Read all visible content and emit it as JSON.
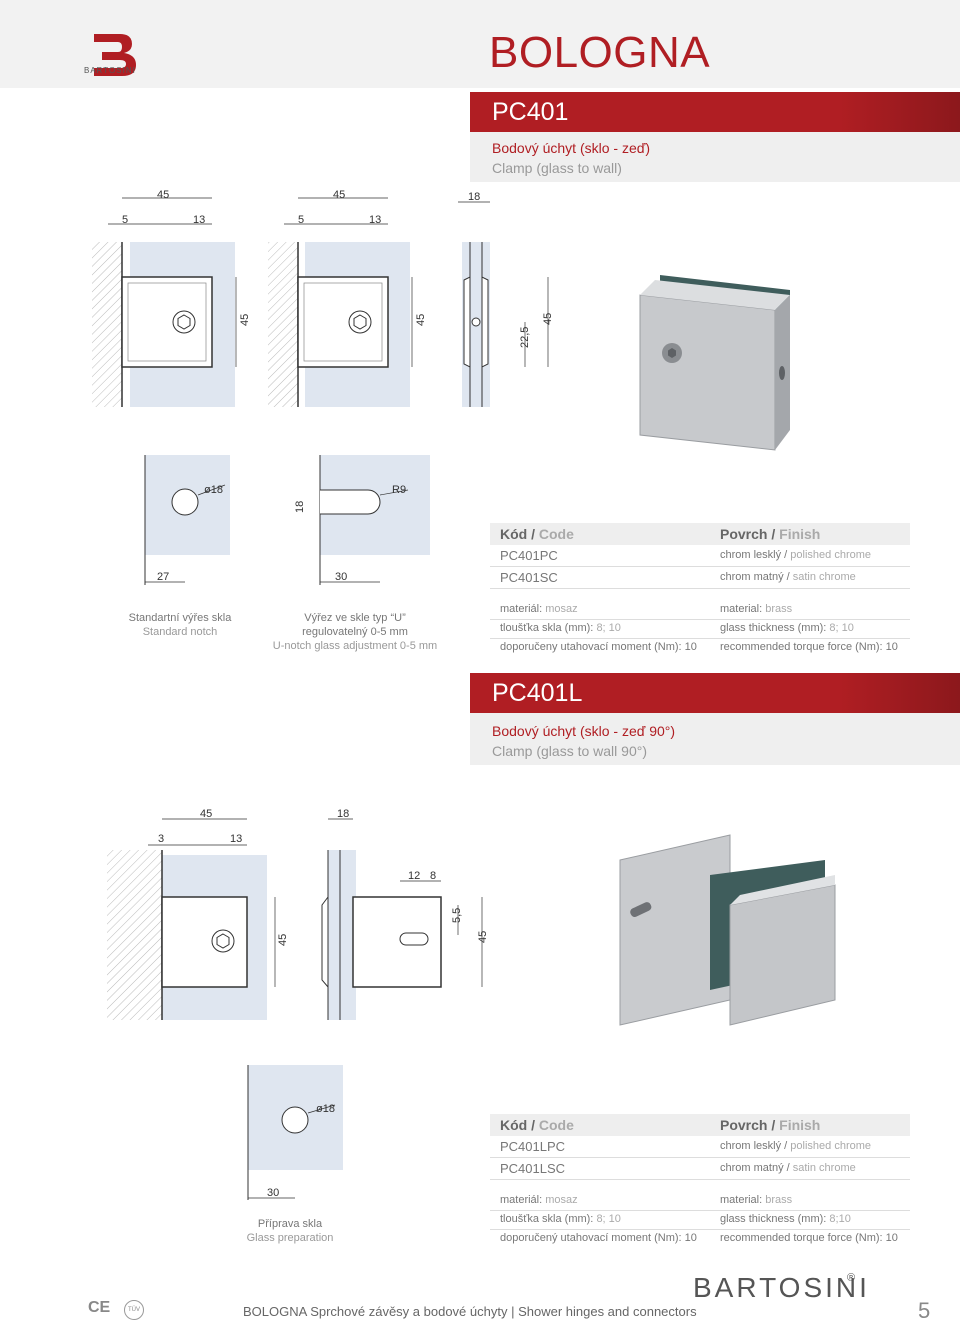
{
  "header": {
    "logo_text": "BARTOSINI",
    "series_title": "BOLOGNA"
  },
  "product1": {
    "code": "PC401",
    "name_cz": "Bodový úchyt (sklo - zeď)",
    "name_en": "Clamp (glass to wall)",
    "dimensions": {
      "d45a": "45",
      "d5a": "5",
      "d13a": "13",
      "d45b": "45",
      "d5b": "5",
      "d13b": "13",
      "d18": "18",
      "h45a": "45",
      "h45b": "45",
      "h45c": "45",
      "h225": "22,5",
      "phi18": "ø18",
      "r9": "R9",
      "n18": "18",
      "w27": "27",
      "w30": "30"
    },
    "notch_caption": {
      "standard_cz": "Standartní výřes skla",
      "standard_en": "Standard notch",
      "u_cz1": "Výřez ve skle typ “U”",
      "u_cz2": "regulovatelný 0-5 mm",
      "u_en": "U-notch glass adjustment 0-5 mm"
    },
    "table": {
      "code_label_cz": "Kód",
      "code_label_en": "Code",
      "finish_label_cz": "Povrch",
      "finish_label_en": "Finish",
      "codes": [
        "PC401PC",
        "PC401SC"
      ],
      "finishes": [
        {
          "cz": "chrom lesklý",
          "en": "polished chrome"
        },
        {
          "cz": "chrom matný",
          "en": "satin chrome"
        }
      ],
      "material_cz_label": "materiál:",
      "material_cz_value": "mosaz",
      "material_en_label": "material:",
      "material_en_value": "brass",
      "thickness_cz_label": "tloušťka skla (mm):",
      "thickness_cz_value": "8; 10",
      "thickness_en_label": "glass thickness (mm):",
      "thickness_en_value": "8; 10",
      "torque_cz": "doporučeny utahovací moment (Nm): 10",
      "torque_en": "recommended torque force (Nm): 10"
    }
  },
  "product2": {
    "code": "PC401L",
    "name_cz": "Bodový úchyt  (sklo - zeď 90°)",
    "name_en": "Clamp (glass to wall 90°)",
    "dimensions": {
      "d45": "45",
      "d3": "3",
      "d13": "13",
      "d18": "18",
      "d12": "12",
      "d8": "8",
      "h45a": "45",
      "h55": "5,5",
      "h45b": "45",
      "phi18": "ø18",
      "w30": "30"
    },
    "prep_caption": {
      "cz": "Příprava skla",
      "en": "Glass preparation"
    },
    "table": {
      "code_label_cz": "Kód",
      "code_label_en": "Code",
      "finish_label_cz": "Povrch",
      "finish_label_en": "Finish",
      "codes": [
        "PC401LPC",
        "PC401LSC"
      ],
      "finishes": [
        {
          "cz": "chrom lesklý",
          "en": "polished chrome"
        },
        {
          "cz": "chrom matný",
          "en": "satin chrome"
        }
      ],
      "material_cz_label": "materiál:",
      "material_cz_value": "mosaz",
      "material_en_label": "material:",
      "material_en_value": "brass",
      "thickness_cz_label": "tloušťka skla (mm):",
      "thickness_cz_value": "8; 10",
      "thickness_en_label": "glass thickness (mm):",
      "thickness_en_value": "8;10",
      "torque_cz": "doporučený utahovací moment (Nm): 10",
      "torque_en": "recommended torque force (Nm): 10"
    }
  },
  "footer": {
    "ce_mark": "CE",
    "tuv_mark": "TÜV",
    "text": "BOLOGNA Sprchové závěsy a bodové úchyty | Shower hinges and connectors",
    "brand": "BARTOSINI",
    "registered": "®",
    "page_number": "5"
  },
  "colors": {
    "brand_red": "#b01e23",
    "dark_red": "#8c181c",
    "glass_blue": "#dfe6f0"
  }
}
